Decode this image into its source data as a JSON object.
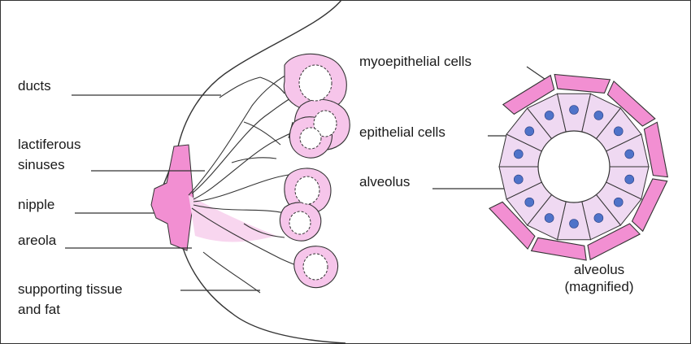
{
  "labels": {
    "ducts": "ducts",
    "lactiferous_line1": "lactiferous",
    "lactiferous_line2": "sinuses",
    "nipple": "nipple",
    "areola": "areola",
    "supporting_line1": "supporting tissue",
    "supporting_line2": "and fat",
    "myoepithelial": "myoepithelial cells",
    "epithelial": "epithelial cells",
    "alveolus": "alveolus",
    "caption_line1": "alveolus",
    "caption_line2": "(magnified)"
  },
  "colors": {
    "pink": "#f28fd2",
    "pink_light": "#f6c5ea",
    "cell_fill": "#efd9f2",
    "nucleus": "#4f73c9",
    "outline": "#333333"
  }
}
